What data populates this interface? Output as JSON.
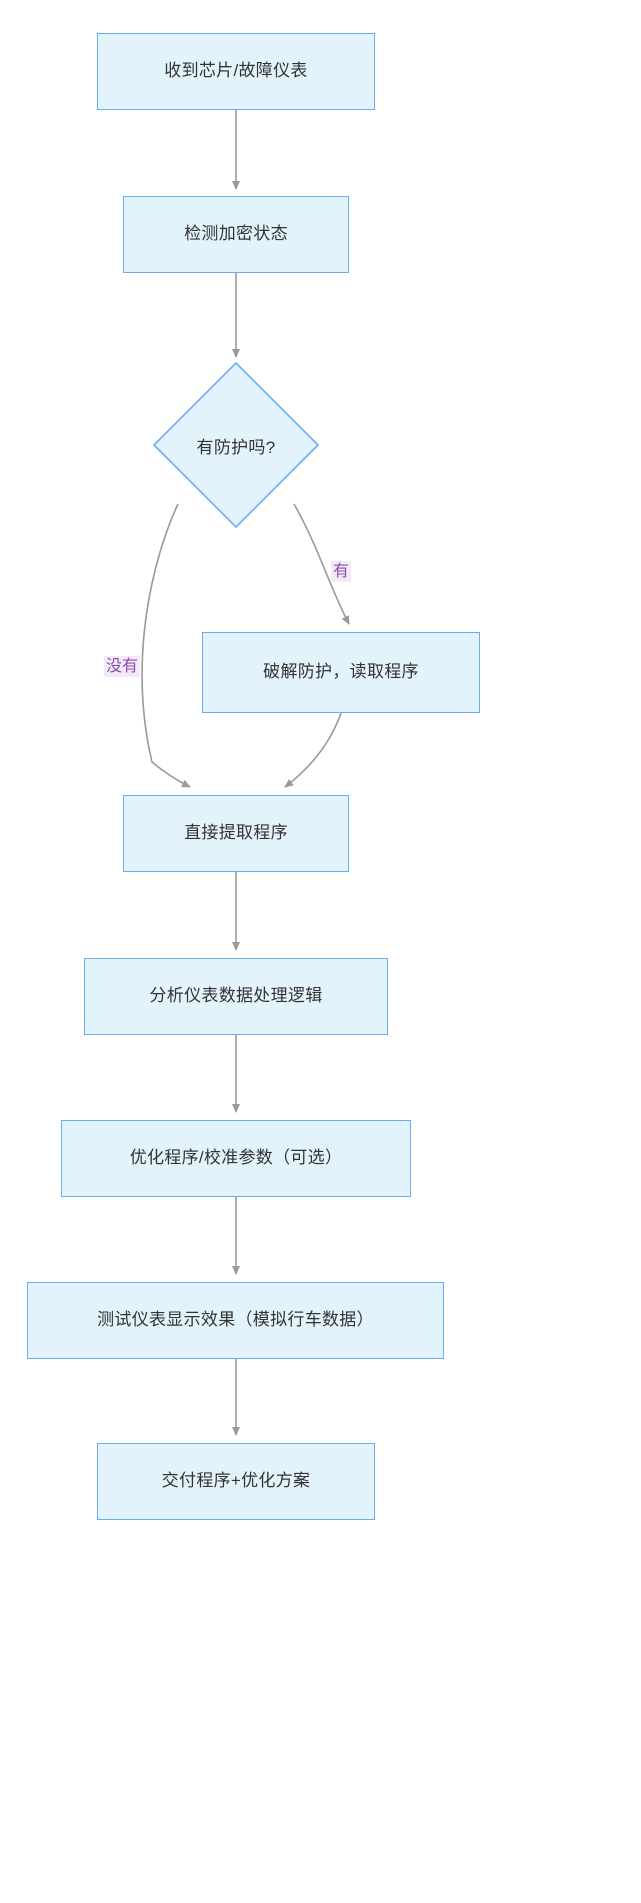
{
  "diagram": {
    "type": "flowchart",
    "direction": "top-to-bottom",
    "theme": {
      "node_fill": "#e3f3fc",
      "node_border": "#6aaef2",
      "node_text": "#333333",
      "edge_stroke": "#999999",
      "edge_label_bg": "#f4e9fb",
      "edge_label_text": "#8a4fa8",
      "canvas_bg": "#ffffff"
    },
    "nodes": [
      {
        "id": "n1",
        "shape": "rect",
        "label": "收到芯片/故障仪表"
      },
      {
        "id": "n2",
        "shape": "rect",
        "label": "检测加密状态"
      },
      {
        "id": "n3",
        "shape": "diamond",
        "label": "有防护吗?"
      },
      {
        "id": "n4",
        "shape": "rect",
        "label": "破解防护，读取程序"
      },
      {
        "id": "n5",
        "shape": "rect",
        "label": "直接提取程序"
      },
      {
        "id": "n6",
        "shape": "rect",
        "label": "分析仪表数据处理逻辑"
      },
      {
        "id": "n7",
        "shape": "rect",
        "label": "优化程序/校准参数（可选）"
      },
      {
        "id": "n8",
        "shape": "rect",
        "label": "测试仪表显示效果（模拟行车数据）"
      },
      {
        "id": "n9",
        "shape": "rect",
        "label": "交付程序+优化方案"
      }
    ],
    "edges": [
      {
        "from": "n1",
        "to": "n2",
        "label": ""
      },
      {
        "from": "n2",
        "to": "n3",
        "label": ""
      },
      {
        "from": "n3",
        "to": "n4",
        "label": "有"
      },
      {
        "from": "n3",
        "to": "n5",
        "label": "没有"
      },
      {
        "from": "n4",
        "to": "n5",
        "label": ""
      },
      {
        "from": "n5",
        "to": "n6",
        "label": ""
      },
      {
        "from": "n6",
        "to": "n7",
        "label": ""
      },
      {
        "from": "n7",
        "to": "n8",
        "label": ""
      },
      {
        "from": "n8",
        "to": "n9",
        "label": ""
      }
    ]
  }
}
